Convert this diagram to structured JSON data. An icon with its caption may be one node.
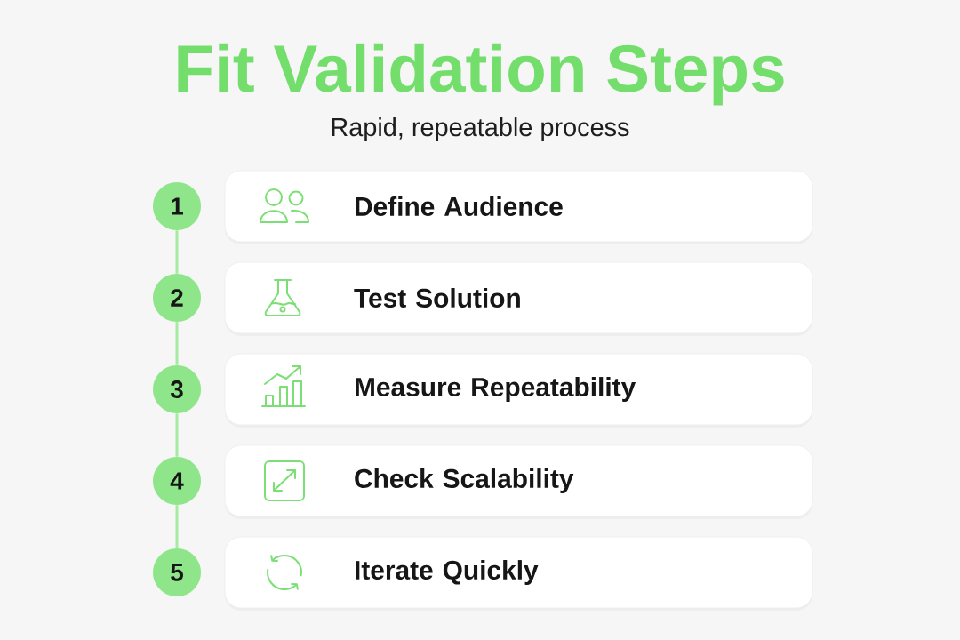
{
  "diagram": {
    "title": "Fit Validation Steps",
    "nodes": [
      {
        "text": [
          "1"
        ]
      },
      {
        "text": [
          "Define Audience"
        ]
      },
      {
        "text": [
          "2"
        ]
      },
      {
        "text": [
          "Test Solution"
        ]
      },
      {
        "text": [
          "3"
        ]
      },
      {
        "text": [
          "Measure Repeatability"
        ]
      },
      {
        "text": [
          "4"
        ]
      },
      {
        "text": [
          "Check Scalability"
        ]
      },
      {
        "text": [
          "5"
        ]
      },
      {
        "text": [
          "Iterate Quickly"
        ]
      }
    ],
    "edges": [
      {
        "from": 0,
        "to": 2,
        "arrow": "none"
      },
      {
        "from": 2,
        "to": 4,
        "arrow": "none"
      },
      {
        "from": 4,
        "to": 6,
        "arrow": "none"
      },
      {
        "from": 6,
        "to": 8,
        "arrow": "none"
      }
    ],
    "labels": [
      "Rapid, repeatable process"
    ]
  }
}
